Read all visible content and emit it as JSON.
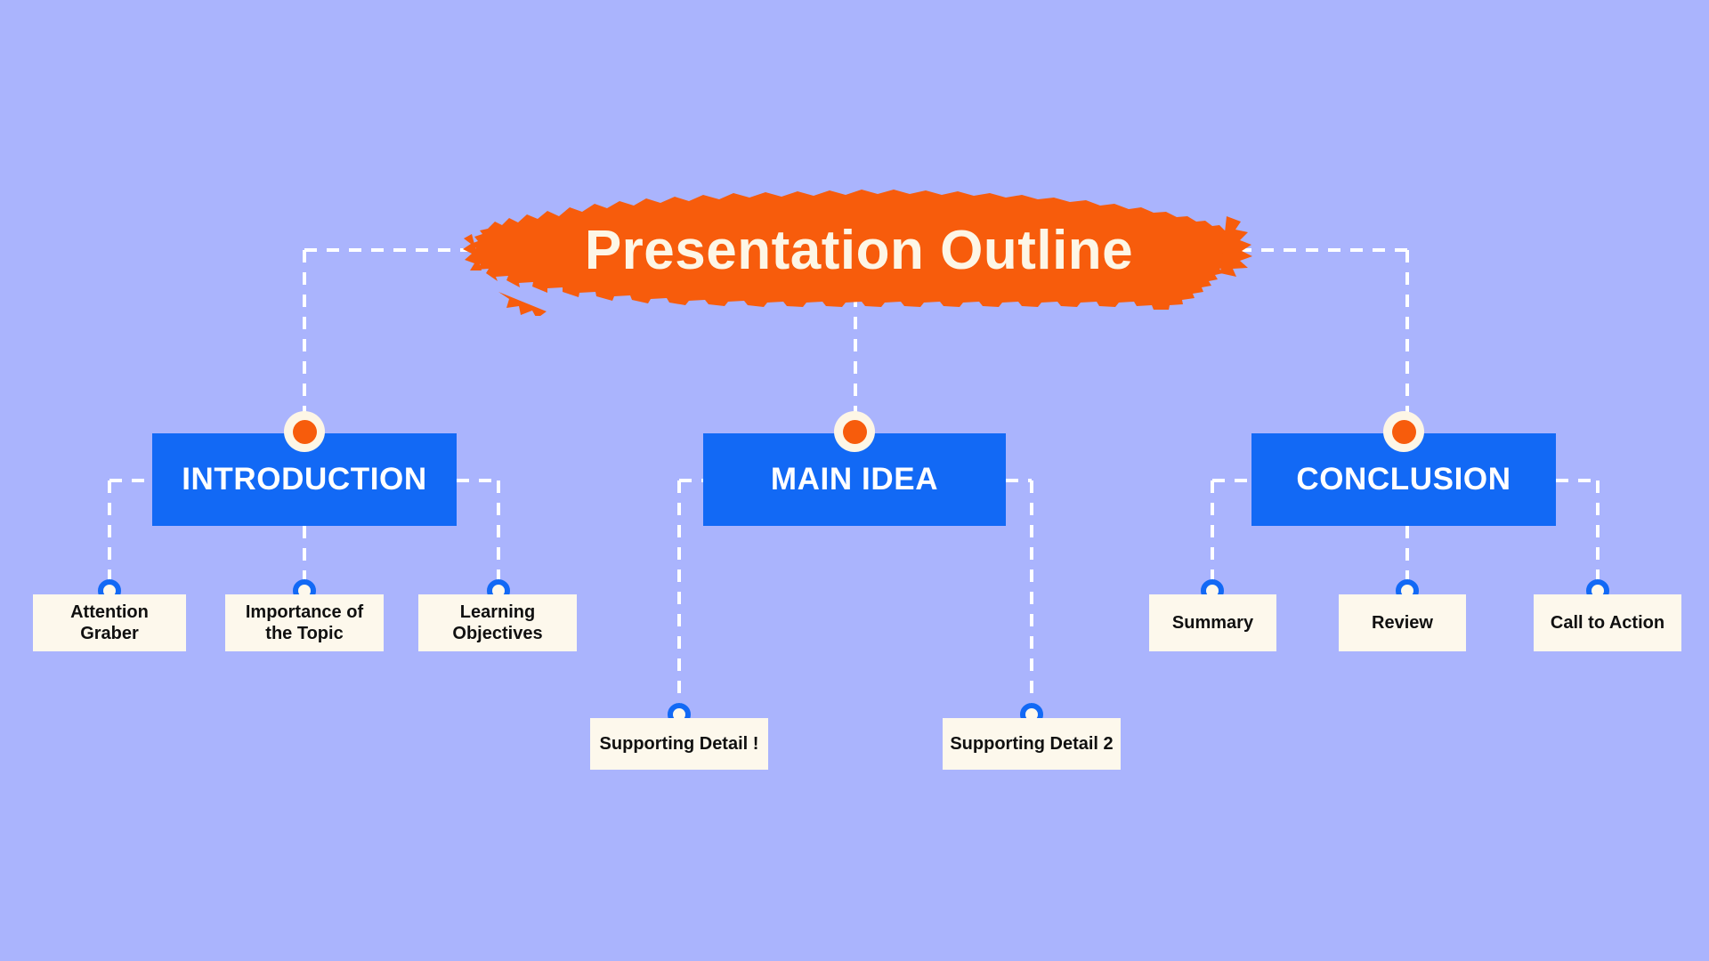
{
  "theme": {
    "background": "#aab4fd",
    "accent_orange": "#f75c0c",
    "accent_blue": "#1269f5",
    "cream": "#fdf8ec",
    "connector": "#ffffff"
  },
  "title": {
    "text": "Presentation Outline",
    "banner_style": "orange-brush-stroke"
  },
  "sections": [
    {
      "id": "introduction",
      "label": "INTRODUCTION",
      "children": [
        {
          "id": "attention-graber",
          "label": "Attention Graber"
        },
        {
          "id": "importance-of-the-topic",
          "label": "Importance of\nthe Topic"
        },
        {
          "id": "learning-objectives",
          "label": "Learning\nObjectives"
        }
      ]
    },
    {
      "id": "main-idea",
      "label": "MAIN IDEA",
      "children": [
        {
          "id": "supporting-detail-1",
          "label": "Supporting Detail !"
        },
        {
          "id": "supporting-detail-2",
          "label": "Supporting Detail 2"
        }
      ]
    },
    {
      "id": "conclusion",
      "label": "CONCLUSION",
      "children": [
        {
          "id": "summary",
          "label": "Summary"
        },
        {
          "id": "review",
          "label": "Review"
        },
        {
          "id": "call-to-action",
          "label": "Call to Action"
        }
      ]
    }
  ]
}
